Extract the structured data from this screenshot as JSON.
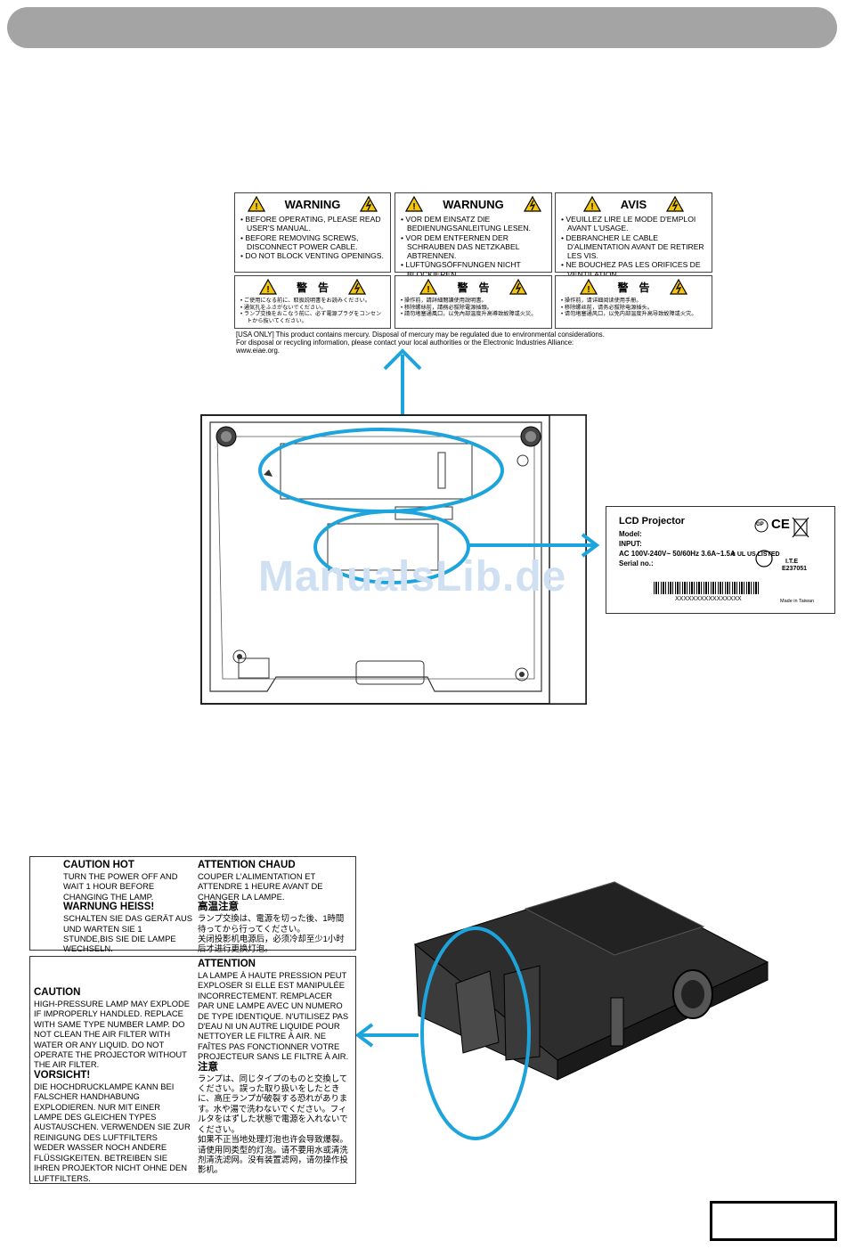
{
  "labels_top": [
    {
      "title": "WARNING",
      "lines": [
        "BEFORE OPERATING, PLEASE READ USER'S MANUAL.",
        "BEFORE REMOVING SCREWS, DISCONNECT POWER CABLE.",
        "DO NOT BLOCK VENTING OPENINGS."
      ]
    },
    {
      "title": "WARNUNG",
      "lines": [
        "VOR DEM EINSATZ DIE BEDIENUNGSANLEITUNG LESEN.",
        "VOR DEM ENTFERNEN DER SCHRAUBEN DAS NETZKABEL ABTRENNEN.",
        "LUFTÜNGSÖFFNUNGEN NICHT BLOCKIEREN."
      ]
    },
    {
      "title": "AVIS",
      "lines": [
        "VEUILLEZ LIRE LE MODE D'EMPLOI AVANT L'USAGE.",
        "DEBRANCHER LE CABLE D'ALIMENTATION AVANT DE RETIRER LES VIS.",
        "NE BOUCHEZ PAS LES ORIFICES DE VENTILATION."
      ]
    }
  ],
  "labels_mid": [
    {
      "title": "警　告",
      "lines": [
        "ご使用になる前に、取扱説明書をお読みください。",
        "通気孔をふさがないでください。",
        "ランプ交換をおこなう前に、必ず電源プラグをコンセントから抜いてください。"
      ]
    },
    {
      "title": "警　告",
      "lines": [
        "操作前，請詳細閱讀使用說明書。",
        "移除螺絲前，請務必拔除電源插頭。",
        "請勿堵塞通風口，以免內部溫度升高導致故障或火災。"
      ]
    },
    {
      "title": "警　告",
      "lines": [
        "操作前，请详细阅读使用手册。",
        "移除螺丝前，请务必拔除电源插头。",
        "请勿堵塞通风口，以免内部温度升高导致故障或火灾。"
      ]
    }
  ],
  "footnote": {
    "line1": "[USA ONLY] This product contains mercury. Disposal of mercury may be regulated due to environmental considerations.",
    "line2": "For disposal or recycling information, please contact your local authorities or the Electronic Industries Alliance: www.eiae.org."
  },
  "watermark": "ManualsLib.de",
  "rating_label": {
    "title": "LCD Projector",
    "model": "Model:",
    "input": "INPUT:",
    "ac": "AC 100V-240V~ 50/60Hz    3.6A~1.5A",
    "serial": "Serial no.:",
    "serial_value": "XXXXXXXXXXXXXXXX",
    "made_in": "Made in Taiwan",
    "gp": "GP",
    "ce": "CE",
    "ul_line1": "c UL US LISTED",
    "ul_line2": "I.T.E",
    "ul_line3": "E237051"
  },
  "caution_hot": {
    "en_title": "CAUTION HOT",
    "en_text": "TURN THE POWER OFF AND WAIT 1 HOUR BEFORE CHANGING THE LAMP.",
    "de_title": "WARNUNG HEISS!",
    "de_text": "SCHALTEN SIE DAS GERÄT AUS UND WARTEN SIE 1 STUNDE,BIS SIE DIE LAMPE WECHSELN.",
    "fr_title": "ATTENTION CHAUD",
    "fr_text": "COUPER L'ALIMENTATION ET ATTENDRE 1 HEURE AVANT DE CHANGER LA LAMPE.",
    "jp_title": "高温注意",
    "jp_text": "ランプ交換は、電源を切った後、1時間待ってから行ってください。",
    "cn_text": "关闭投影机电源后，必须冷却至少1小时后才进行更换灯泡。"
  },
  "caution_lamp": {
    "en_title": "CAUTION",
    "en_text": "HIGH-PRESSURE LAMP MAY EXPLODE IF IMPROPERLY HANDLED. REPLACE WITH SAME TYPE NUMBER LAMP. DO NOT CLEAN THE AIR FILTER WITH WATER OR ANY LIQUID. DO NOT OPERATE THE PROJECTOR WITHOUT THE AIR FILTER.",
    "de_title": "VORSICHT!",
    "de_text": "DIE HOCHDRUCKLAMPE KANN BEI FALSCHER HANDHABUNG EXPLODIEREN. NUR MIT EINER LAMPE DES GLEICHEN TYPES AUSTAUSCHEN. VERWENDEN SIE ZUR REINIGUNG DES LUFTFILTERS WEDER WASSER NOCH ANDERE FLÜSSIGKEITEN. BETREIBEN SIE IHREN PROJEKTOR NICHT OHNE DEN LUFTFILTERS.",
    "fr_title": "ATTENTION",
    "fr_text": "LA LAMPE À HAUTE PRESSION PEUT EXPLOSER SI ELLE EST MANIPULÉE INCORRECTEMENT. REMPLACER PAR UNE LAMPE AVEC UN NUMERO DE TYPE IDENTIQUE. N'UTILISEZ PAS D'EAU NI UN AUTRE LIQUIDE POUR NETTOYER LE FILTRE À AIR. NE FAÎTES PAS FONCTIONNER VOTRE PROJECTEUR SANS LE FILTRE À AIR.",
    "jp_title": "注意",
    "jp_text": "ランプは、同じタイプのものと交換してください。誤った取り扱いをしたときに、高圧ランプが破裂する恐れがあります。水や湯で洗わないでください。フィルタをはずした状態で電源を入れないでください。",
    "cn_text": "如果不正当地处理灯泡也许会导致爆裂。请使用同类型的灯泡。请不要用水或清洗剂清洗滤网。没有装置滤网，请勿操作投影机。"
  },
  "accent_color": "#1ea4dc"
}
